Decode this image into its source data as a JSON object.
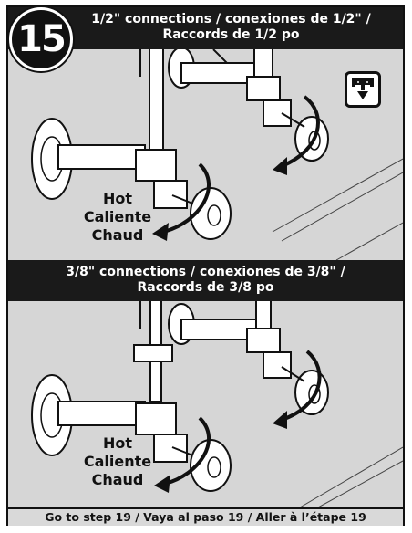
{
  "step": {
    "number": "15"
  },
  "sections": [
    {
      "header_line1": "1/2\" connections / conexiones de 1/2\" /",
      "header_line2": "Raccords de 1/2 po",
      "labels": [
        "Hot",
        "Caliente",
        "Chaud"
      ]
    },
    {
      "header_line1": "3/8\" connections / conexiones de 3/8\" /",
      "header_line2": "Raccords de 3/8 po",
      "labels": [
        "Hot",
        "Caliente",
        "Chaud"
      ]
    }
  ],
  "footer": {
    "text": "Go to step 19 / Vaya al paso 19 / Aller à l’étape 19"
  },
  "icons": {
    "step_badge": "step-number-badge",
    "water_off": "water-shutoff-icon"
  }
}
